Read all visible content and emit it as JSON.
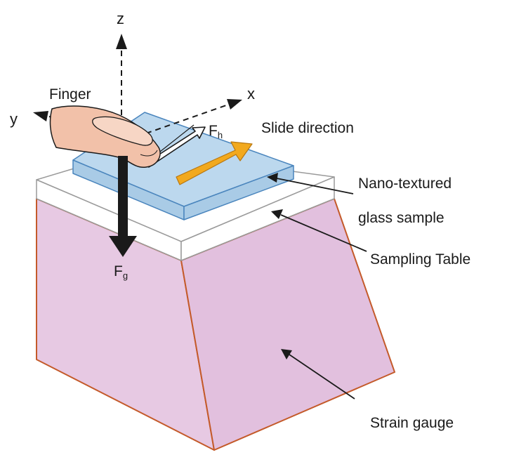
{
  "axes": {
    "z": "z",
    "x": "x",
    "y": "y"
  },
  "labels": {
    "finger": "Finger",
    "slide_direction": "Slide direction",
    "glass_line1": "Nano-textured",
    "glass_line2": "glass sample",
    "sampling_table": "Sampling Table",
    "strain_gauge": "Strain gauge"
  },
  "forces": {
    "fh_main": "F",
    "fh_sub": "h",
    "fg_main": "F",
    "fg_sub": "g"
  },
  "colors": {
    "gauge_fill": "#e7c9e3",
    "gauge_stroke": "#c45a2a",
    "table_fill": "#ffffff",
    "table_stroke": "#9a9a9a",
    "glass_fill": "#bcd8ee",
    "glass_stroke": "#4a85bd",
    "slide_arrow": "#f2a91e",
    "finger_fill": "#f2c1a9",
    "force_arrow": "#1a1a1a"
  }
}
